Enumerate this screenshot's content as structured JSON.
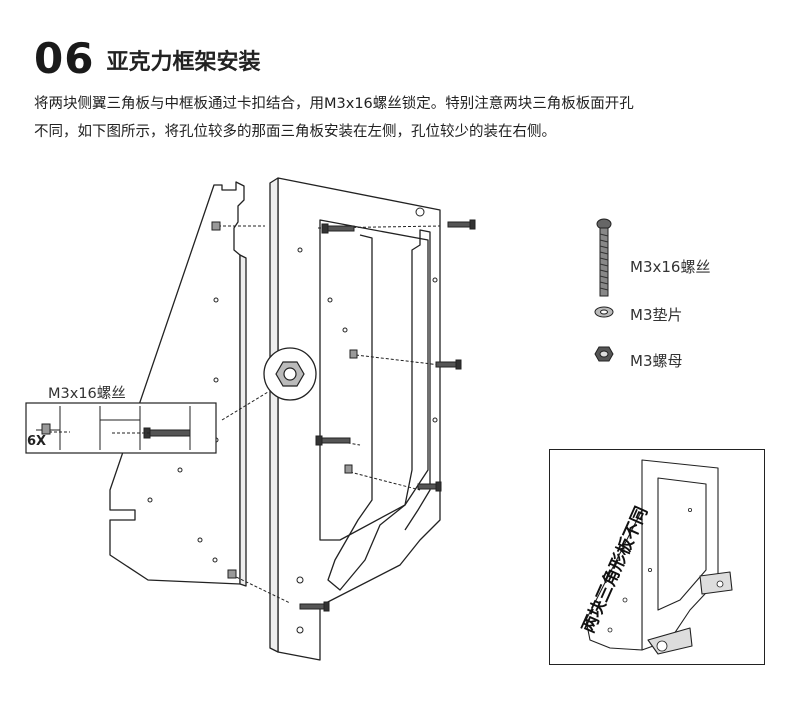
{
  "header": {
    "step_number": "06",
    "title": "亚克力框架安装"
  },
  "description": {
    "line1": "将两块侧翼三角板与中框板通过卡扣结合，用M3x16螺丝锁定。特别注意两块三角板板面开孔",
    "line2": "不同，如下图所示，将孔位较多的那面三角板安装在左侧，孔位较少的装在右侧。"
  },
  "callout": {
    "screw_label": "M3x16螺丝",
    "quantity": "6X"
  },
  "parts": [
    {
      "name": "screw",
      "label": "M3x16螺丝"
    },
    {
      "name": "washer",
      "label": "M3垫片"
    },
    {
      "name": "nut",
      "label": "M3螺母"
    }
  ],
  "inset": {
    "caption": "两块三角形板不同"
  }
}
